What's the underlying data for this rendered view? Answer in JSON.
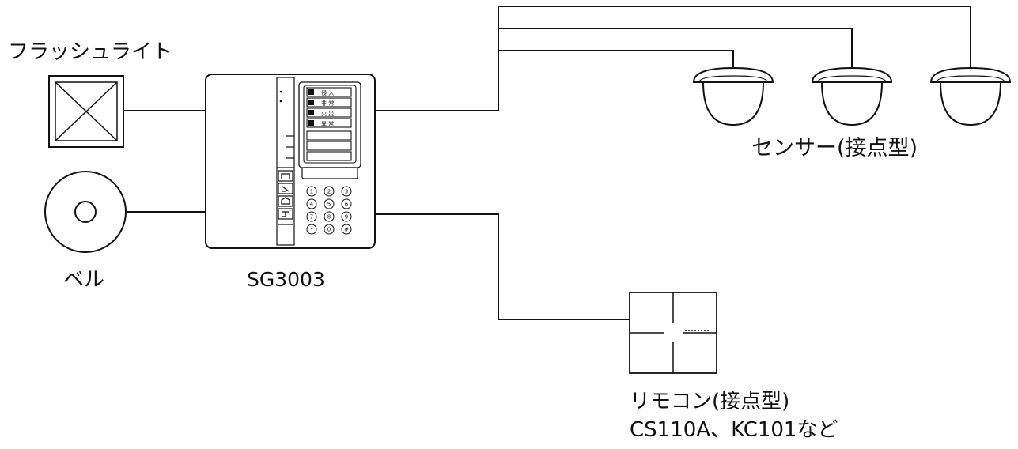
{
  "labels": {
    "flashlight": "フラッシュライト",
    "bell": "ベル",
    "controller": "SG3003",
    "sensor": "センサー(接点型)",
    "remote_line1": "リモコン(接点型)",
    "remote_line2": "CS110A、KC101など"
  },
  "panel": {
    "indicators": [
      "侵 入",
      "非 常",
      "火 災",
      "異 常"
    ],
    "keypad": [
      "1",
      "2",
      "3",
      "4",
      "5",
      "6",
      "7",
      "8",
      "9",
      "*",
      "0",
      "#"
    ]
  },
  "colors": {
    "line": "#111111",
    "background": "#ffffff"
  }
}
